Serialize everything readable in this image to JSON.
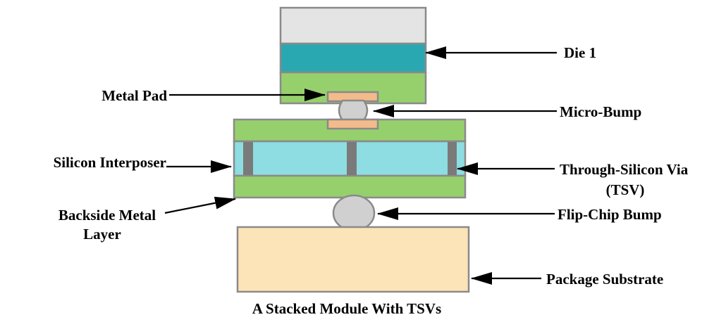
{
  "caption": "A Stacked Module With TSVs",
  "labels": {
    "die": "Die 1",
    "metal_pad": "Metal Pad",
    "micro_bump": "Micro-Bump",
    "silicon_interposer": "Silicon Interposer",
    "tsv_line1": "Through-Silicon Via",
    "tsv_line2": "(TSV)",
    "backside_line1": "Backside Metal",
    "backside_line2": "Layer",
    "flip_chip_bump": "Flip-Chip Bump",
    "package_substrate": "Package Substrate"
  },
  "colors": {
    "die_top": "#e4e4e4",
    "die_active": "#2aa8b2",
    "metal_layer": "#96d06c",
    "pad": "#f4bb8a",
    "bump": "#d0d0d0",
    "interposer_silicon": "#8ddde2",
    "tsv": "#7a7a7a",
    "substrate": "#fde3b8",
    "outline": "#8a8a8a",
    "text": "#000000"
  }
}
